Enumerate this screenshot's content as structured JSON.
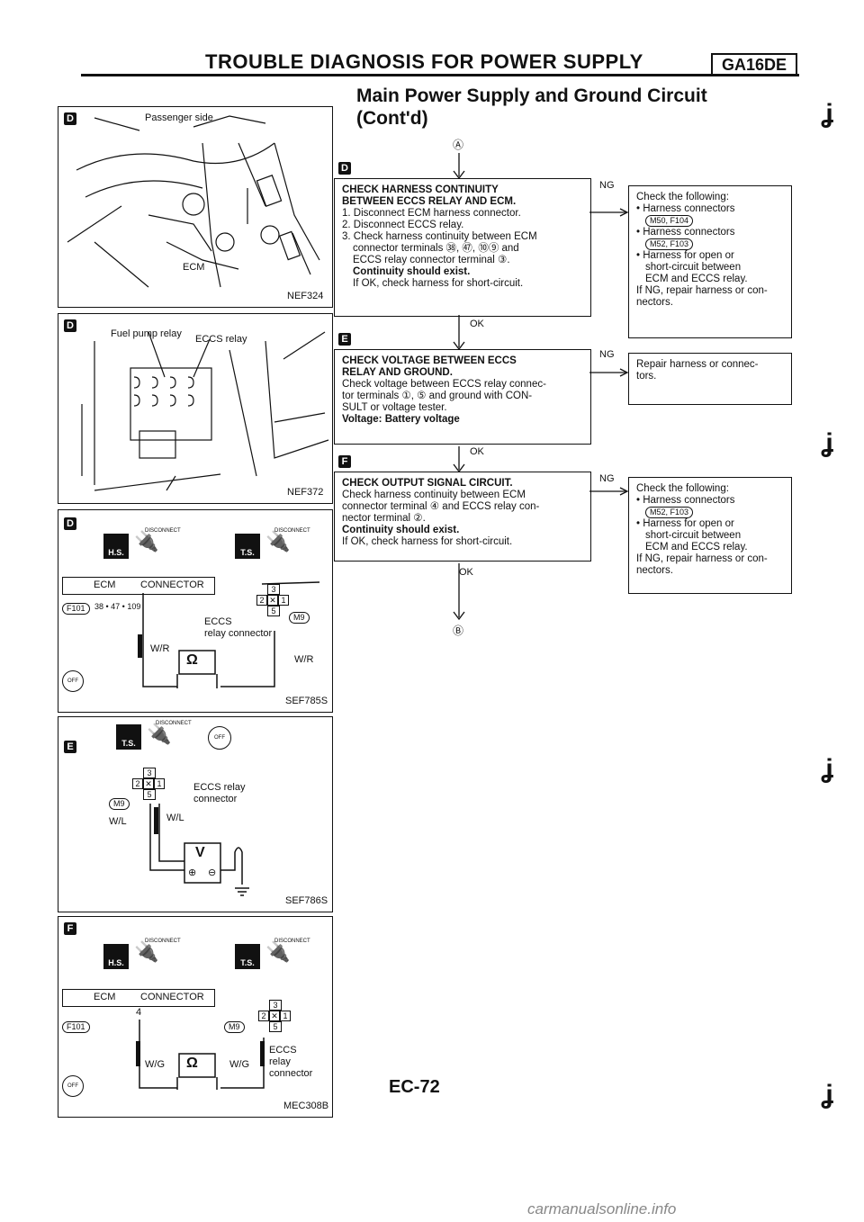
{
  "header": {
    "title": "TROUBLE DIAGNOSIS FOR POWER SUPPLY",
    "model": "GA16DE",
    "section_title_line1": "Main Power Supply and Ground Circuit",
    "section_title_line2": "(Cont'd)"
  },
  "figures": {
    "fig1": {
      "marker": "D",
      "label_passenger": "Passenger side",
      "label_ecm": "ECM",
      "code": "NEF324"
    },
    "fig2": {
      "marker": "D",
      "label_fuel": "Fuel pump relay",
      "label_eccs": "ECCS relay",
      "code": "NEF372"
    },
    "fig3": {
      "marker": "D",
      "disconnect1": "DISCONNECT",
      "disconnect2": "DISCONNECT",
      "hs": "H.S.",
      "ts": "T.S.",
      "ecm": "ECM",
      "connector": "CONNECTOR",
      "f101": "F101",
      "terminals": "38 • 47 • 109",
      "eccs": "ECCS",
      "relay_conn": "relay connector",
      "wr1": "W/R",
      "wr2": "W/R",
      "m9": "M9",
      "ohm": "Ω",
      "pin3": "3",
      "pin2": "2",
      "pin1": "1",
      "pin5": "5",
      "off": "OFF",
      "code": "SEF785S"
    },
    "fig4": {
      "marker": "E",
      "disconnect": "DISCONNECT",
      "ts": "T.S.",
      "eccs": "ECCS relay",
      "connector": "connector",
      "m9": "M9",
      "wl1": "W/L",
      "wl2": "W/L",
      "volt": "V",
      "plus": "⊕",
      "minus": "⊖",
      "pin3": "3",
      "pin2": "2",
      "pin1": "1",
      "pin5": "5",
      "off": "OFF",
      "code": "SEF786S"
    },
    "fig5": {
      "marker": "F",
      "disconnect1": "DISCONNECT",
      "disconnect2": "DISCONNECT",
      "hs": "H.S.",
      "ts": "T.S.",
      "ecm": "ECM",
      "connector": "CONNECTOR",
      "f101": "F101",
      "term4": "4",
      "m9": "M9",
      "wg1": "W/G",
      "wg2": "W/G",
      "ohm": "Ω",
      "eccs": "ECCS",
      "relay": "relay",
      "connector2": "connector",
      "pin3": "3",
      "pin2": "2",
      "pin1": "1",
      "pin5": "5",
      "off": "OFF",
      "code": "MEC308B"
    }
  },
  "flow": {
    "start": "Ⓐ",
    "end": "Ⓑ",
    "step1": {
      "marker": "D",
      "title1": "CHECK HARNESS CONTINUITY",
      "title2": "BETWEEN ECCS RELAY AND ECM.",
      "l1": "1. Disconnect ECM harness connector.",
      "l2": "2. Disconnect ECCS relay.",
      "l3": "3. Check harness continuity between ECM",
      "l4": "connector terminals ㊳, ㊼, ⑩⑨ and",
      "l5": "ECCS relay connector terminal ③.",
      "l6": "Continuity should exist.",
      "l7": "If OK, check harness for short-circuit.",
      "ng": "NG",
      "ok": "OK",
      "side": {
        "h": "Check the following:",
        "a1": "• Harness connectors",
        "a2": "M50, F104",
        "b1": "• Harness connectors",
        "b2": "M52, F103",
        "c1": "• Harness for open or",
        "c2": "short-circuit between",
        "c3": "ECM and ECCS relay.",
        "c4": "If NG, repair harness or con-",
        "c5": "nectors."
      }
    },
    "step2": {
      "marker": "E",
      "title1": "CHECK VOLTAGE BETWEEN ECCS",
      "title2": "RELAY AND GROUND.",
      "l1": "Check voltage between ECCS relay connec-",
      "l2": "tor terminals ①, ⑤ and ground with CON-",
      "l3": "SULT or voltage tester.",
      "l4": "Voltage: Battery voltage",
      "ng": "NG",
      "ok": "OK",
      "side": {
        "a1": "Repair harness or connec-",
        "a2": "tors."
      }
    },
    "step3": {
      "marker": "F",
      "title1": "CHECK OUTPUT SIGNAL CIRCUIT.",
      "l1": "Check harness continuity between ECM",
      "l2": "connector terminal ④ and ECCS relay con-",
      "l3": "nector terminal ②.",
      "l4": "Continuity should exist.",
      "l5": "If OK, check harness for short-circuit.",
      "ng": "NG",
      "ok": "OK",
      "side": {
        "h": "Check the following:",
        "a1": "• Harness connectors",
        "a2": "M52, F103",
        "b1": "• Harness for open or",
        "b2": "short-circuit between",
        "b3": "ECM and ECCS relay.",
        "b4": "If NG, repair harness or con-",
        "b5": "nectors."
      }
    }
  },
  "footer": {
    "page": "EC-72",
    "watermark": "carmanualsonline.info"
  }
}
